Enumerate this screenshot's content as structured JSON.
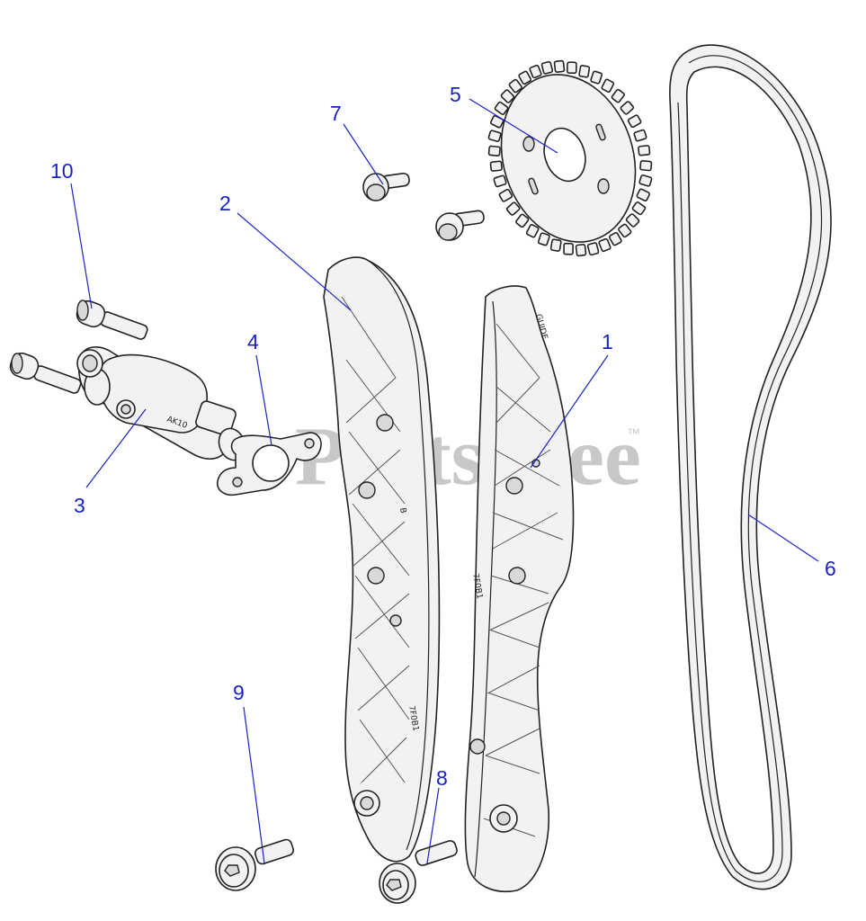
{
  "watermark": {
    "text": "PartsTree",
    "trademark": "™",
    "color": "#c8c8c8"
  },
  "callout_color": "#1a23c8",
  "line_color": "#222222",
  "callouts": [
    {
      "id": "1",
      "label": "1"
    },
    {
      "id": "2",
      "label": "2"
    },
    {
      "id": "3",
      "label": "3"
    },
    {
      "id": "4",
      "label": "4"
    },
    {
      "id": "5",
      "label": "5"
    },
    {
      "id": "6",
      "label": "6"
    },
    {
      "id": "7",
      "label": "7"
    },
    {
      "id": "8",
      "label": "8"
    },
    {
      "id": "9",
      "label": "9"
    },
    {
      "id": "10",
      "label": "10"
    }
  ],
  "parts": [
    {
      "callout": "1",
      "name": "chain-guide-right"
    },
    {
      "callout": "2",
      "name": "chain-tensioner-arm-left"
    },
    {
      "callout": "3",
      "name": "chain-tensioner",
      "stamp": "AK10"
    },
    {
      "callout": "4",
      "name": "tensioner-gasket"
    },
    {
      "callout": "5",
      "name": "camshaft-sprocket"
    },
    {
      "callout": "6",
      "name": "timing-chain"
    },
    {
      "callout": "7",
      "name": "flange-bolt"
    },
    {
      "callout": "8",
      "name": "torx-shoulder-bolt"
    },
    {
      "callout": "9",
      "name": "torx-shoulder-bolt-pivot"
    },
    {
      "callout": "10",
      "name": "socket-head-bolt"
    }
  ]
}
